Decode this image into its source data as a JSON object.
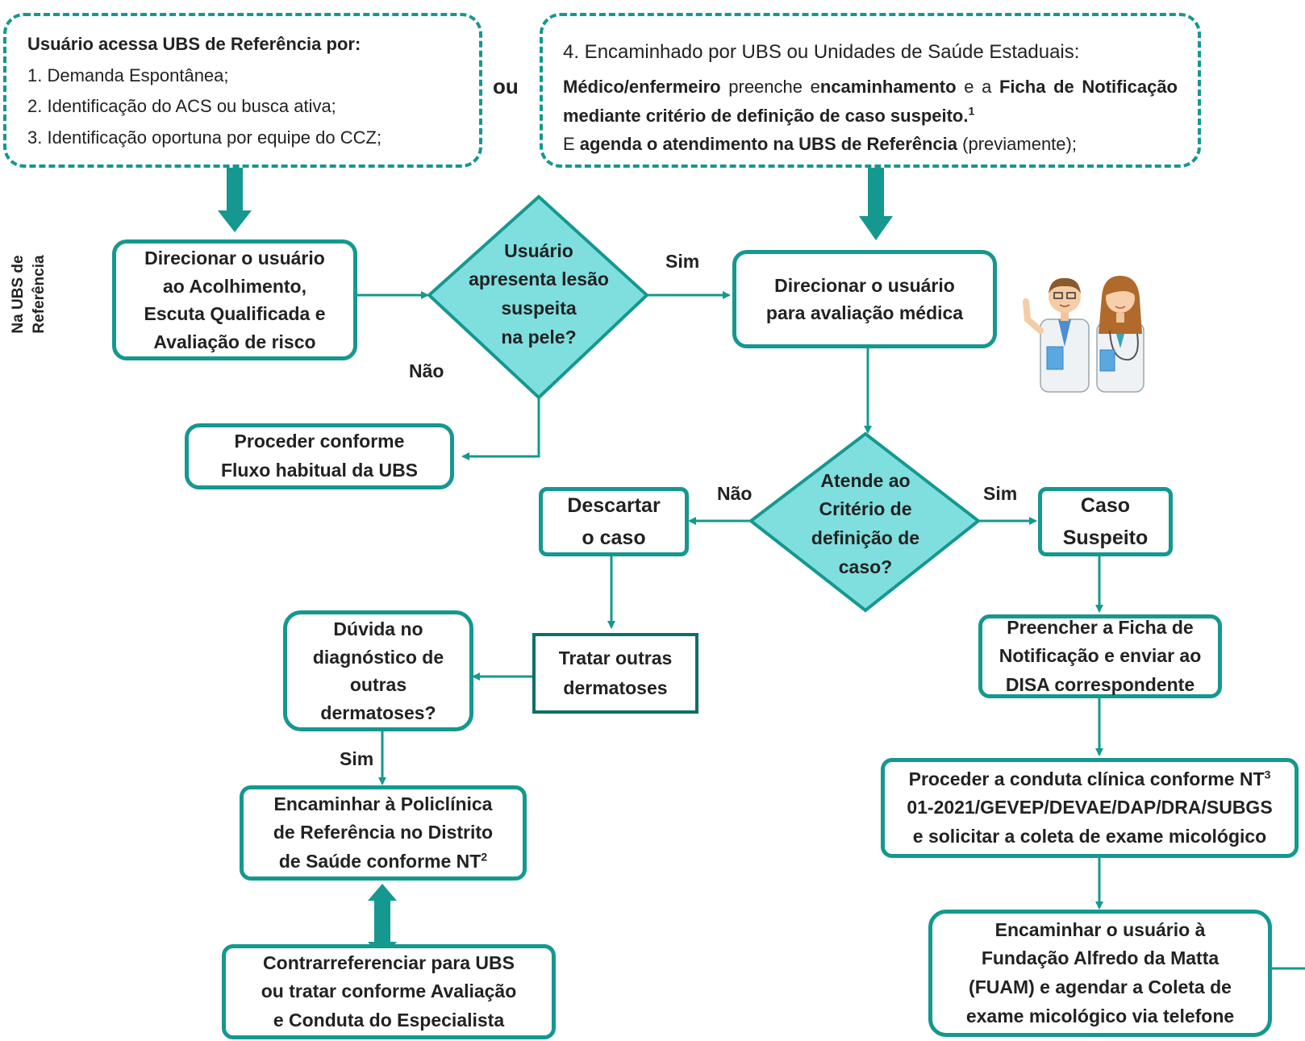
{
  "entry_left": {
    "title": "Usuário acessa UBS de Referência por:",
    "items": [
      "1. Demanda Espontânea;",
      "2. Identificação  do ACS  ou busca ativa;",
      "3. Identificação oportuna por equipe do CCZ;"
    ]
  },
  "or_label": "ou",
  "entry_right": {
    "line1": "4. Encaminhado por UBS ou Unidades de Saúde Estaduais:",
    "p1": "Médico/enfermeiro",
    "p2": " preenche e",
    "p3": "ncaminhamento",
    "p4": " e a ",
    "p5": "Ficha de Notificação mediante critério de definição de caso suspeito.",
    "sup1": "1",
    "p6": "E ",
    "p7": "agenda o atendimento na UBS de Referência",
    "p8": " (previamente);"
  },
  "side_label": [
    "Na UBS de",
    "Referência"
  ],
  "nodes": {
    "acolhimento": [
      "Direcionar o usuário",
      "ao Acolhimento,",
      "Escuta Qualificada e",
      "Avaliação de risco"
    ],
    "lesao": [
      "Usuário",
      "apresenta lesão",
      "suspeita",
      "na pele?"
    ],
    "avaliacao": [
      "Direcionar o usuário",
      "para avaliação médica"
    ],
    "fluxo": [
      "Proceder conforme",
      "Fluxo  habitual da UBS"
    ],
    "criterio": [
      "Atende ao",
      "Critério de",
      "definição de",
      "caso?"
    ],
    "descartar": [
      "Descartar",
      "o caso"
    ],
    "suspeito": [
      "Caso",
      "Suspeito"
    ],
    "tratar": [
      "Tratar outras",
      "dermatoses"
    ],
    "duvida": [
      "Dúvida no",
      "diagnóstico de",
      "outras",
      "dermatoses?"
    ],
    "ficha": [
      "Preencher a Ficha de",
      "Notificação e enviar ao",
      "DISA correspondente"
    ],
    "policlinica": [
      "Encaminhar à Policlínica",
      "de Referência no Distrito",
      "de Saúde conforme NT"
    ],
    "policlinica_sup": "2",
    "conduta_l1": "Proceder a conduta clínica conforme NT",
    "conduta_sup": "3",
    "conduta_rest": [
      "01-2021/GEVEP/DEVAE/DAP/DRA/SUBGS",
      "e solicitar a coleta de exame micológico"
    ],
    "contra": [
      "Contrarreferenciar para UBS",
      "ou tratar conforme Avaliação",
      "e Conduta do  Especialista"
    ],
    "fuam": [
      "Encaminhar o usuário à",
      "Fundação Alfredo da Matta",
      "(FUAM) e agendar a Coleta  de",
      "exame micológico via telefone"
    ]
  },
  "edge_labels": {
    "sim1": "Sim",
    "nao1": "Não",
    "nao2": "Não",
    "sim2": "Sim",
    "sim3": "Sim"
  },
  "colors": {
    "teal": "#14988f",
    "diamond_fill": "#7fdede",
    "dark_teal": "#0d6f68"
  }
}
